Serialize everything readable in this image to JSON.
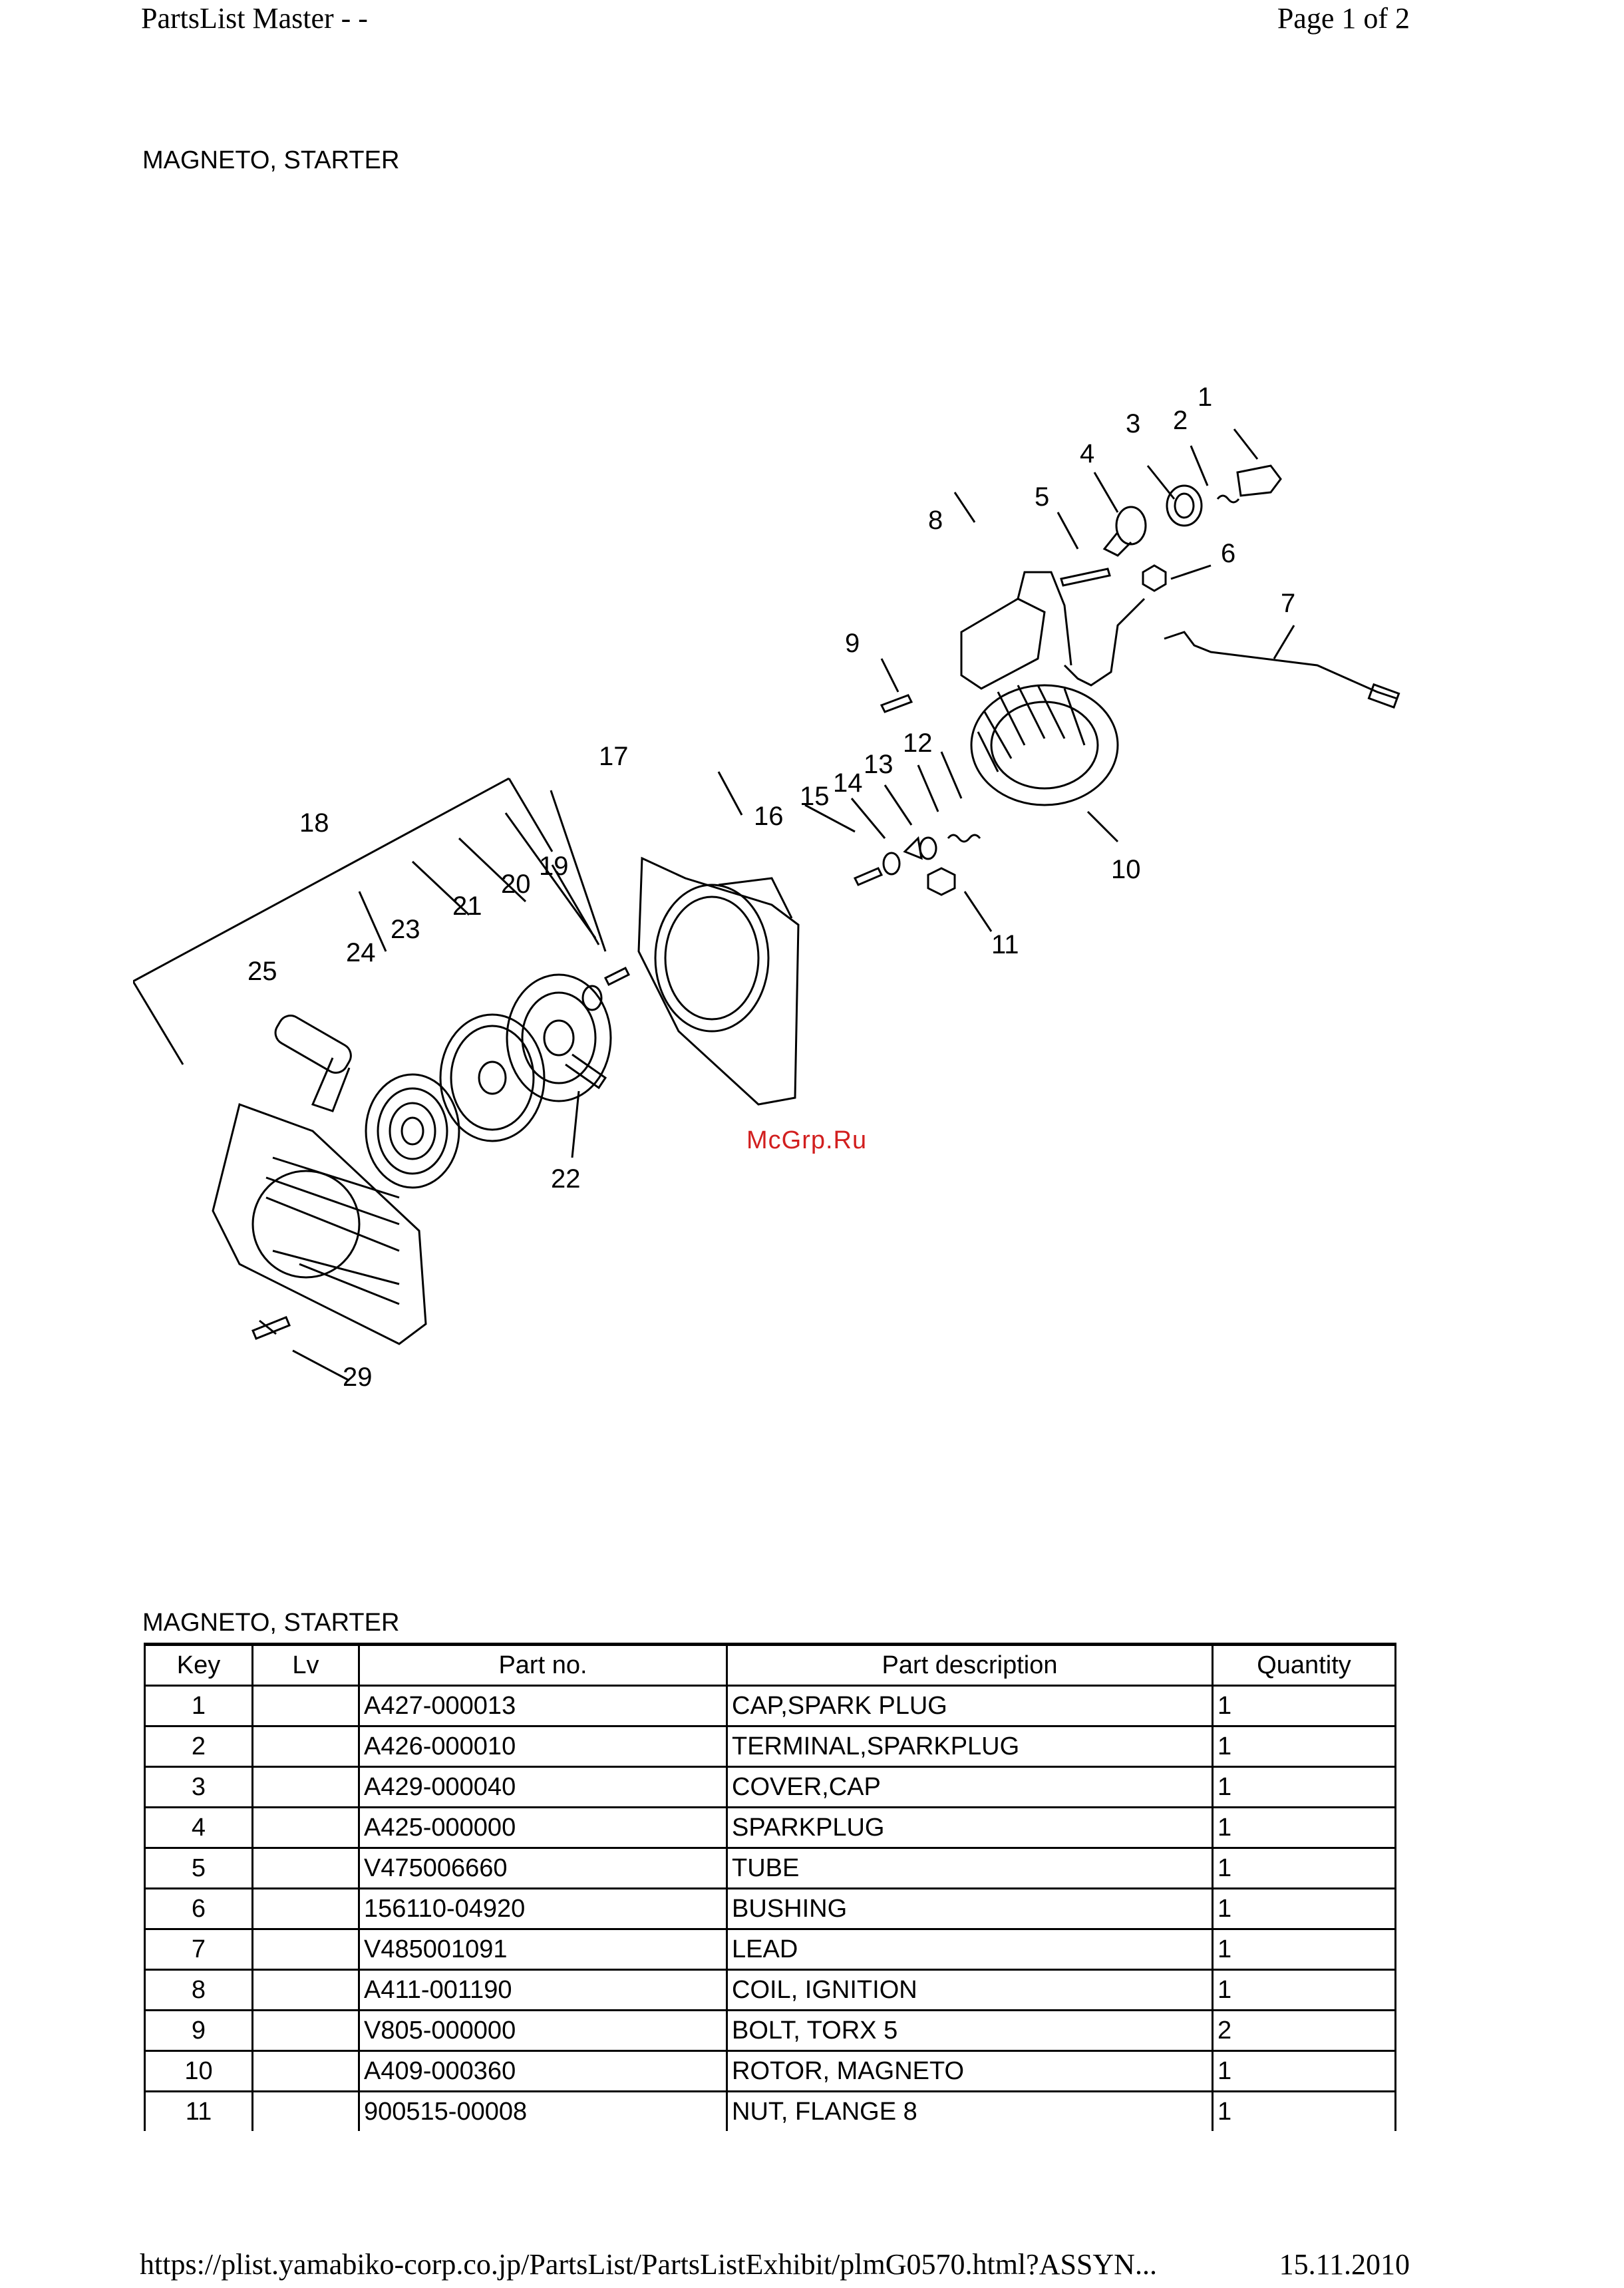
{
  "header": {
    "left": "PartsList Master - -",
    "right": "Page 1 of 2"
  },
  "section_title": "MAGNETO, STARTER",
  "diagram": {
    "callouts": [
      "1",
      "2",
      "3",
      "4",
      "5",
      "6",
      "7",
      "8",
      "9",
      "10",
      "11",
      "12",
      "13",
      "14",
      "15",
      "16",
      "17",
      "18",
      "19",
      "20",
      "21",
      "22",
      "23",
      "24",
      "25",
      "29"
    ]
  },
  "watermark": "McGrp.Ru",
  "table": {
    "title": "MAGNETO, STARTER",
    "columns": [
      "Key",
      "Lv",
      "Part no.",
      "Part description",
      "Quantity"
    ],
    "rows": [
      {
        "key": "1",
        "lv": "",
        "part_no": "A427-000013",
        "description": "CAP,SPARK PLUG",
        "qty": "1"
      },
      {
        "key": "2",
        "lv": "",
        "part_no": "A426-000010",
        "description": "TERMINAL,SPARKPLUG",
        "qty": "1"
      },
      {
        "key": "3",
        "lv": "",
        "part_no": "A429-000040",
        "description": "COVER,CAP",
        "qty": "1"
      },
      {
        "key": "4",
        "lv": "",
        "part_no": "A425-000000",
        "description": "SPARKPLUG",
        "qty": "1"
      },
      {
        "key": "5",
        "lv": "",
        "part_no": "V475006660",
        "description": "TUBE",
        "qty": "1"
      },
      {
        "key": "6",
        "lv": "",
        "part_no": "156110-04920",
        "description": "BUSHING",
        "qty": "1"
      },
      {
        "key": "7",
        "lv": "",
        "part_no": "V485001091",
        "description": "LEAD",
        "qty": "1"
      },
      {
        "key": "8",
        "lv": "",
        "part_no": "A411-001190",
        "description": "COIL, IGNITION",
        "qty": "1"
      },
      {
        "key": "9",
        "lv": "",
        "part_no": "V805-000000",
        "description": "BOLT, TORX 5",
        "qty": "2"
      },
      {
        "key": "10",
        "lv": "",
        "part_no": "A409-000360",
        "description": "ROTOR, MAGNETO",
        "qty": "1"
      },
      {
        "key": "11",
        "lv": "",
        "part_no": "900515-00008",
        "description": "NUT, FLANGE 8",
        "qty": "1"
      }
    ]
  },
  "footer": {
    "url": "https://plist.yamabiko-corp.co.jp/PartsList/PartsListExhibit/plmG0570.html?ASSYN...",
    "date": "15.11.2010"
  }
}
